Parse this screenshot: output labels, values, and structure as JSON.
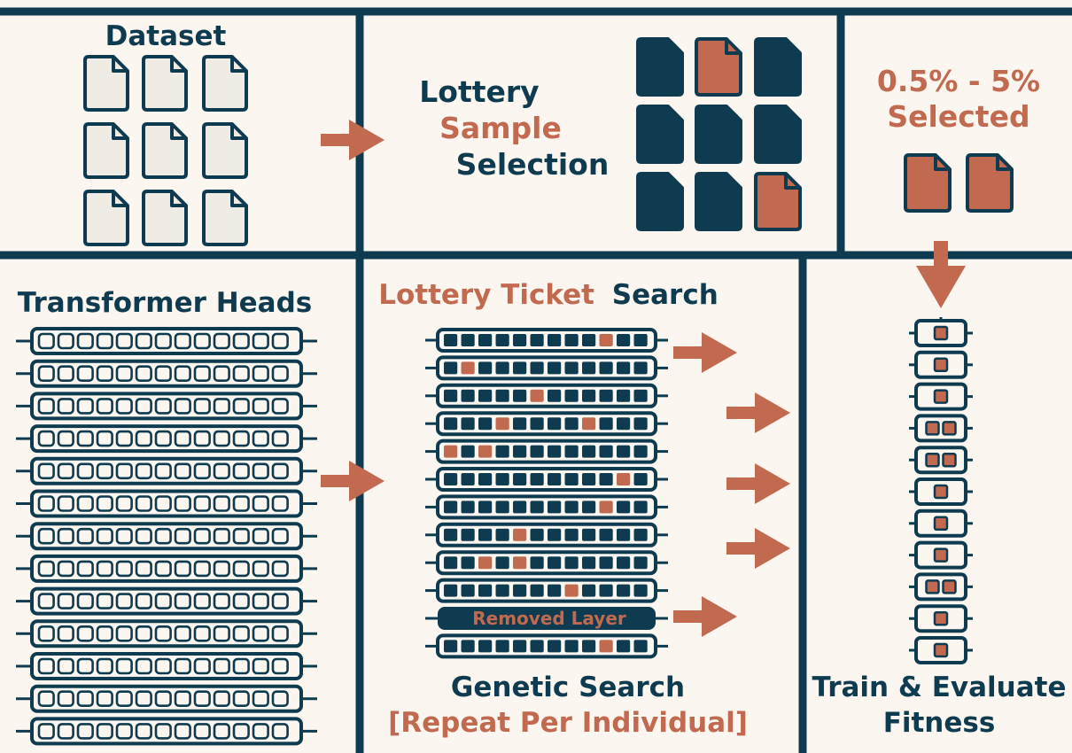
{
  "colors": {
    "navy": "#0f3b50",
    "orange": "#c26a4f",
    "bg": "#fbf7f0",
    "doc_fill": "#efebe5"
  },
  "dataset": {
    "title": "Dataset"
  },
  "lottery": {
    "line1": "Lottery",
    "line2": "Sample",
    "line3": "Selection"
  },
  "selected": {
    "line1": "0.5% - 5%",
    "line2": "Selected"
  },
  "heads": {
    "title": "Transformer Heads",
    "rows": 13,
    "cells_per_row": 13
  },
  "search": {
    "title_part1": "Lottery Ticket",
    "title_part2": "Search",
    "removed_label": "Removed Layer",
    "footer_line1": "Genetic Search",
    "footer_line2": "[Repeat Per Individual]",
    "cells_per_row": 12,
    "rows": [
      {
        "highlight": [
          9
        ]
      },
      {
        "highlight": [
          1
        ]
      },
      {
        "highlight": [
          5
        ]
      },
      {
        "highlight": [
          3,
          8
        ]
      },
      {
        "highlight": [
          0,
          2
        ]
      },
      {
        "highlight": [
          10
        ]
      },
      {
        "highlight": [
          9
        ]
      },
      {
        "highlight": [
          4
        ]
      },
      {
        "highlight": [
          2,
          4
        ]
      },
      {
        "highlight": [
          7
        ]
      },
      {
        "removed": true
      },
      {
        "highlight": [
          9
        ]
      }
    ]
  },
  "fitness": {
    "line1": "Train & Evaluate",
    "line2": "Fitness",
    "cells": [
      1,
      1,
      1,
      2,
      2,
      1,
      1,
      1,
      2,
      1,
      1
    ]
  }
}
